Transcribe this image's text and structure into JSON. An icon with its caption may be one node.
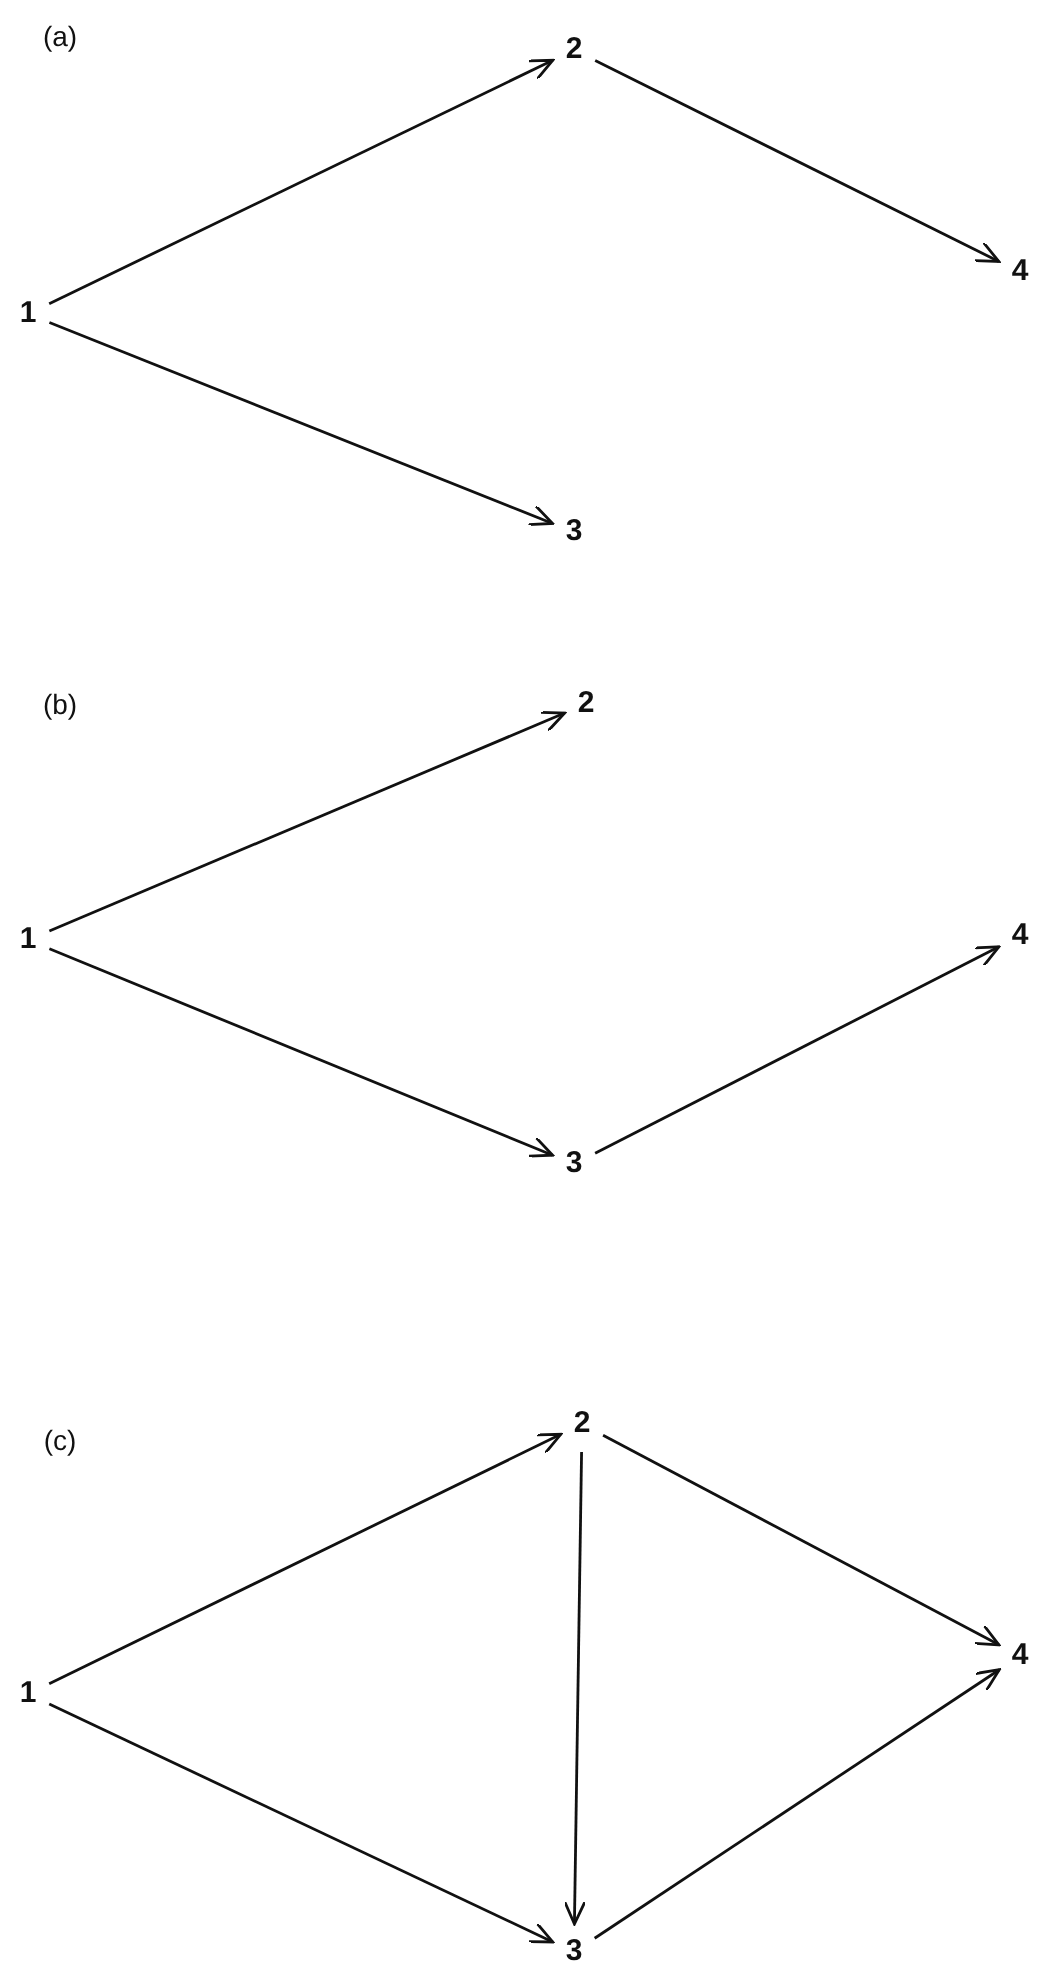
{
  "diagram": {
    "nodes": [
      {
        "text": [
          "2"
        ]
      },
      {
        "text": [
          "4"
        ]
      },
      {
        "text": [
          "1"
        ]
      },
      {
        "text": [
          "3"
        ]
      },
      {
        "text": [
          "2"
        ]
      },
      {
        "text": [
          "1"
        ]
      },
      {
        "text": [
          "4"
        ]
      },
      {
        "text": [
          "3"
        ]
      },
      {
        "text": [
          "2"
        ]
      },
      {
        "text": [
          "4"
        ]
      },
      {
        "text": [
          "1"
        ]
      },
      {
        "text": [
          "3"
        ]
      }
    ],
    "edges": [
      {
        "from": 2,
        "to": 0,
        "arrow": "to"
      },
      {
        "from": 0,
        "to": 1,
        "arrow": "to"
      },
      {
        "from": 2,
        "to": 3,
        "arrow": "to"
      },
      {
        "from": 5,
        "to": 4,
        "arrow": "to"
      },
      {
        "from": 5,
        "to": 7,
        "arrow": "to"
      },
      {
        "from": 7,
        "to": 6,
        "arrow": "to"
      },
      {
        "from": 10,
        "to": 8,
        "arrow": "to"
      },
      {
        "from": 10,
        "to": 11,
        "arrow": "to"
      },
      {
        "from": 8,
        "to": 11,
        "arrow": "to"
      },
      {
        "from": 8,
        "to": 9,
        "arrow": "to"
      },
      {
        "from": 11,
        "to": 9,
        "arrow": "to"
      }
    ],
    "labels": [
      "(a)",
      "(b)",
      "(c)"
    ]
  }
}
